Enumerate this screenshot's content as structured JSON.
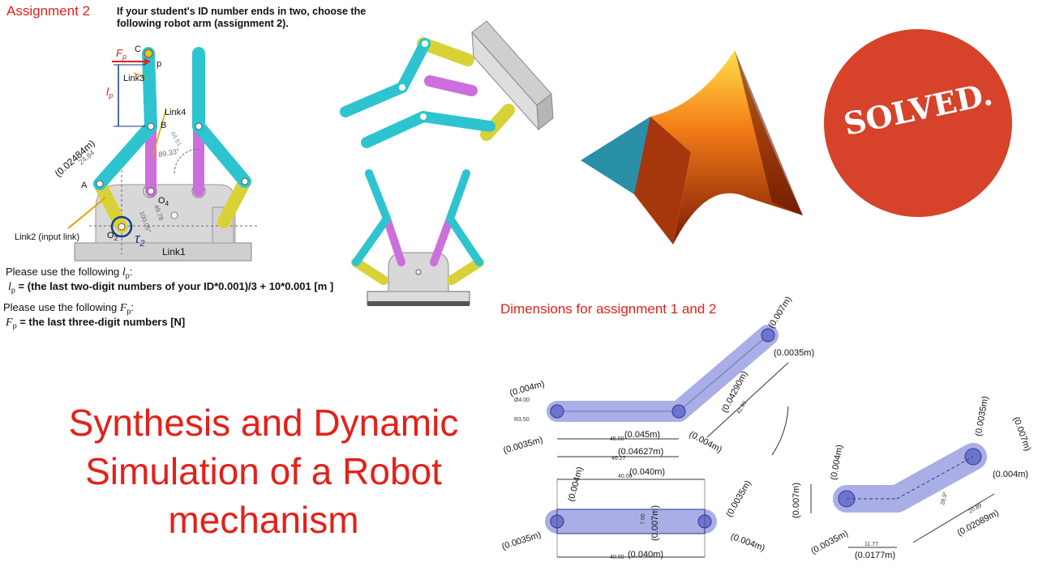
{
  "assignment": {
    "title": "Assignment 2",
    "instruction_line1": "If your student's ID number ends in two, choose the",
    "instruction_line2": "following robot arm (assignment 2)."
  },
  "schematic_labels": {
    "C": "C",
    "p": "p",
    "fp": "F",
    "fp_sub": "p",
    "link3": "Link3",
    "link4": "Link4",
    "lp": "l",
    "lp_sub": "p",
    "B": "B",
    "A": "A",
    "O4": "O",
    "O4_sub": "4",
    "O2": "O",
    "O2_sub": "2",
    "tau": "τ",
    "tau_sub": "2",
    "link2": "Link2 (input link)",
    "link1": "Link1",
    "dim_a": "(0.02484m)",
    "dim_b": "24.84",
    "dim_c": "89.33°",
    "dim_d": "44.61",
    "dim_e": "100.05°",
    "dim_f": "49.78"
  },
  "formulas": {
    "lp_intro": "Please use the following",
    "lp_formula": "= (the last two-digit numbers of your ID*0.001)/3 + 10*0.001 [m ]",
    "fp_intro": "Please use the following",
    "fp_formula": "= the last three-digit numbers [N]"
  },
  "headline": {
    "line1": "Synthesis and Dynamic",
    "line2": "Simulation of a Robot",
    "line3": "mechanism"
  },
  "badge": {
    "text": "SOLVED."
  },
  "dimensions": {
    "heading": "Dimensions for assignment 1 and 2",
    "part1": {
      "d_004": "(0.004m)",
      "d_00035": "(0.0035m)",
      "d_0045": "(0.045m)",
      "d_0045_raw": "45.00",
      "d_004627": "(0.04627m)",
      "d_004627_raw": "46.27",
      "d_004290": "(0.04290m)",
      "d_0007": "(0.007m)",
      "d_00035b": "(0.0035m)",
      "d_004b": "(0.004m)",
      "r350": "R3.50",
      "r400": "Ø4.00",
      "d_4290_raw": "42.90"
    },
    "part2": {
      "top": "(0.040m)",
      "top_raw": "40.00",
      "bottom": "(0.040m)",
      "bottom_raw": "40.00",
      "left_a": "(0.004m)",
      "left_b": "(0.0035m)",
      "mid": "(0.007m)",
      "mid_raw": "7.00",
      "right_a": "(0.0035m)",
      "right_b": "(0.004m)"
    },
    "part3": {
      "left_a": "(0.004m)",
      "left_b": "(0.007m)",
      "left_c": "(0.0035m)",
      "bottom": "(0.0177m)",
      "bottom_raw": "11.77",
      "diag": "(0.02089m)",
      "diag_raw": "20.89",
      "right_a": "(0.0035m)",
      "right_b": "(0.007m)",
      "right_c": "(0.004m)",
      "angle": "28.9°"
    }
  },
  "colors": {
    "accent_red": "#e32119",
    "cyan": "#2ec4cf",
    "magenta": "#cc6fdc",
    "yellow": "#d8d236",
    "gray_part": "#cfcfcf",
    "link_blue": "#a9aee6",
    "badge": "#d6432a"
  }
}
